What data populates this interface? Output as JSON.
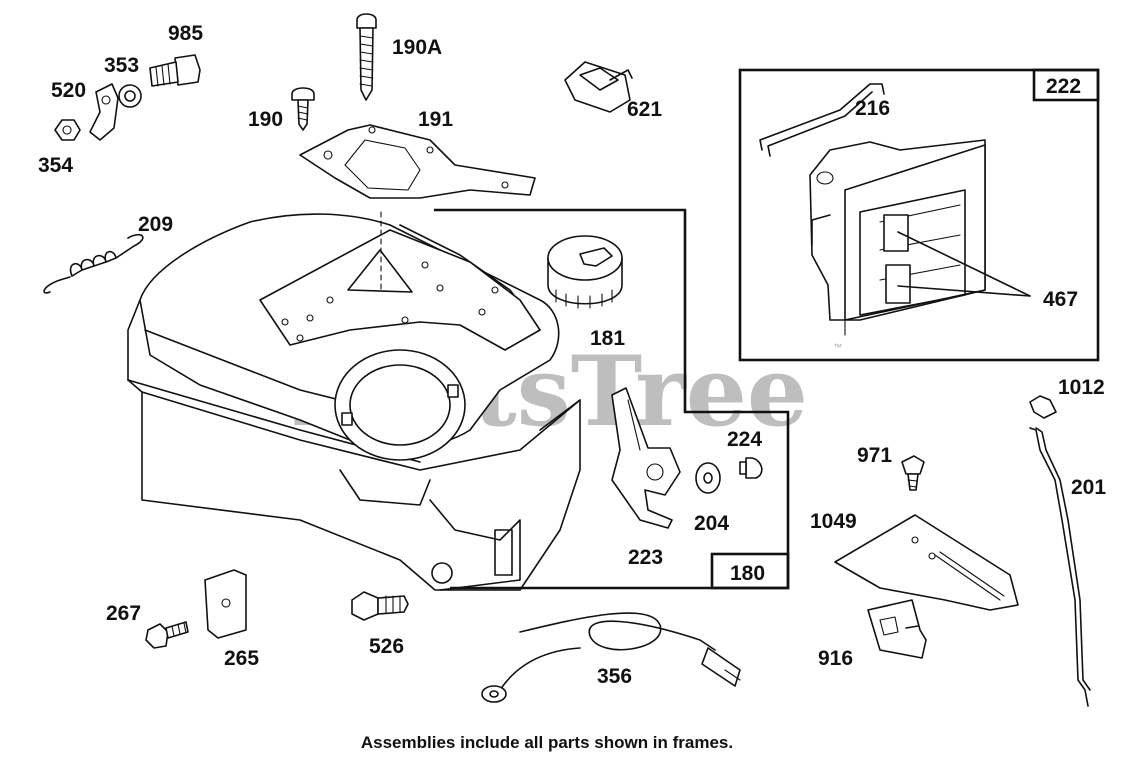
{
  "watermark": {
    "text": "PartsTree",
    "trademark": "™"
  },
  "caption": "Assemblies include all parts shown in frames.",
  "frames": {
    "inset_label": "222",
    "main_label": "180"
  },
  "parts": {
    "p985": "985",
    "p353": "353",
    "p520": "520",
    "p354": "354",
    "p190a": "190A",
    "p190": "190",
    "p191": "191",
    "p621": "621",
    "p209": "209",
    "p181": "181",
    "p224": "224",
    "p204": "204",
    "p223": "223",
    "p216": "216",
    "p467": "467",
    "p1012": "1012",
    "p971": "971",
    "p201": "201",
    "p1049": "1049",
    "p267": "267",
    "p265": "265",
    "p526": "526",
    "p356": "356",
    "p916": "916"
  }
}
